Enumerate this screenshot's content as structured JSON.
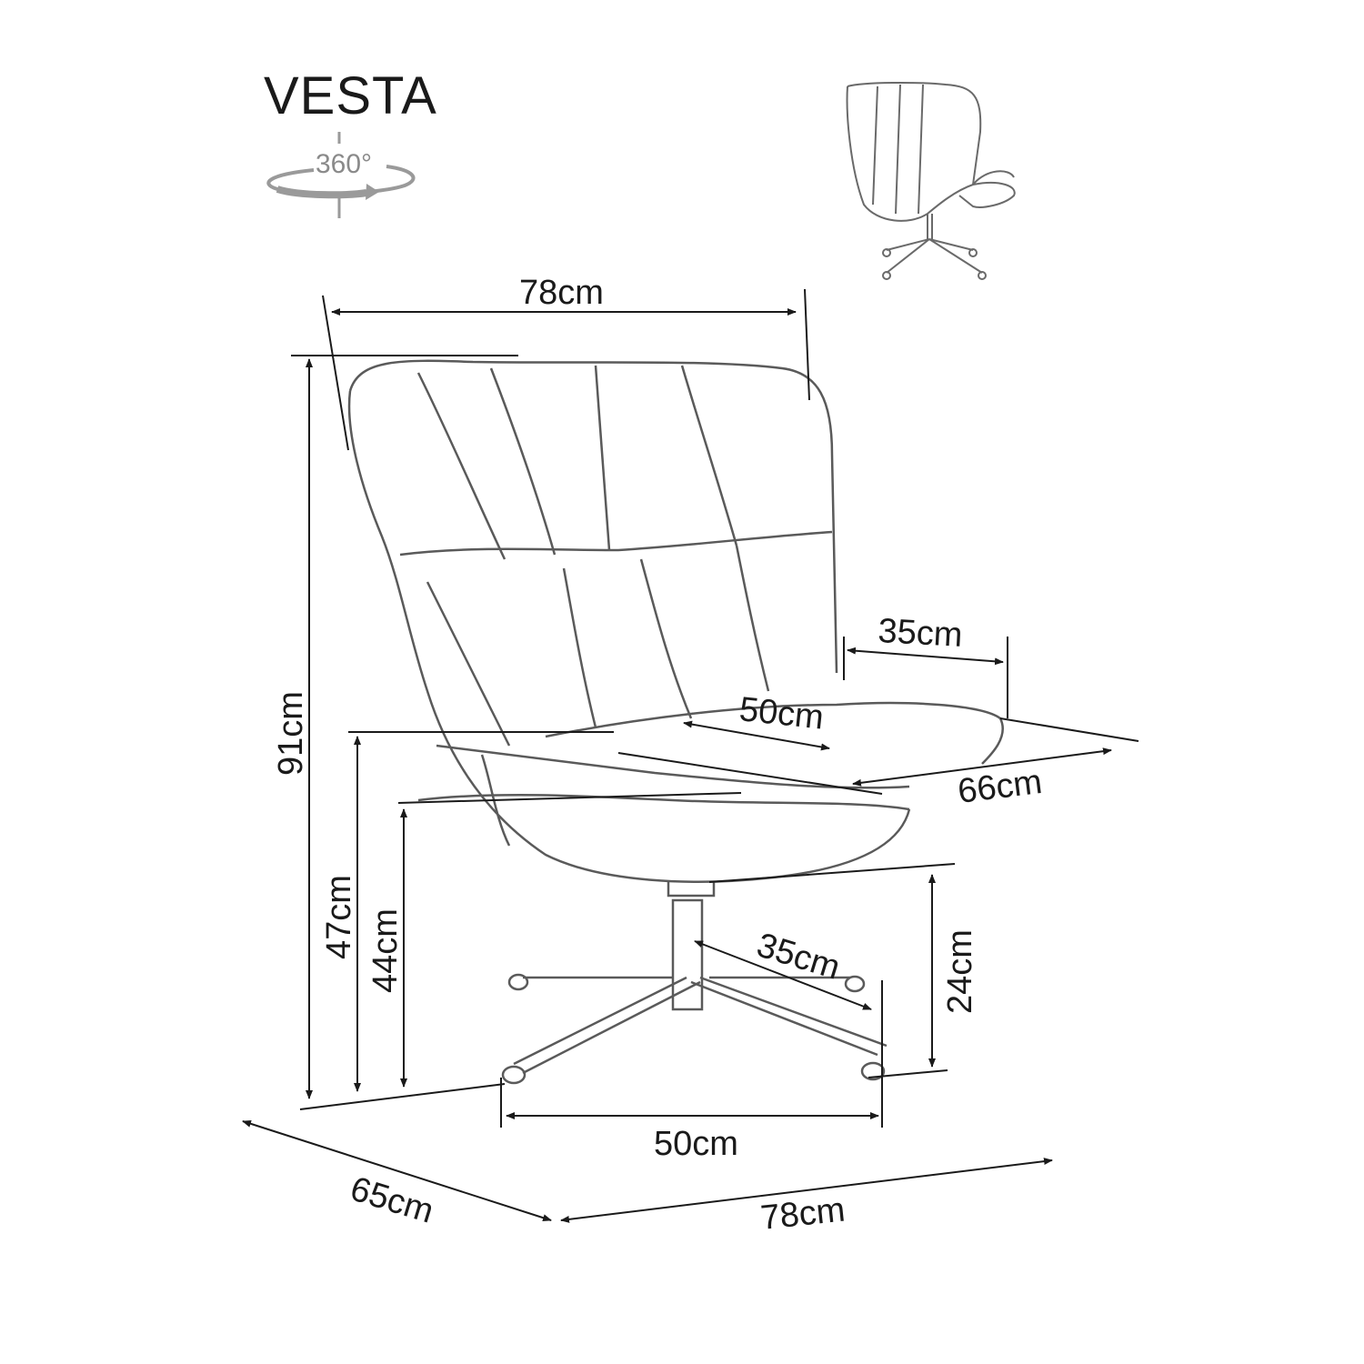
{
  "product": {
    "name": "VESTA",
    "rotation_label": "360°"
  },
  "dimensions": {
    "total_width": "78cm",
    "total_height": "91cm",
    "armrest_height": "47cm",
    "seat_height": "44cm",
    "armrest_depth": "35cm",
    "seat_depth": "50cm",
    "seat_width": "66cm",
    "leg_length": "35cm",
    "base_height": "24cm",
    "base_width": "50cm",
    "footprint_depth": "65cm",
    "footprint_width": "78cm"
  },
  "colors": {
    "line": "#1a1a1a",
    "sketch": "#6a6a6a",
    "icon": "#9a9a9a"
  }
}
